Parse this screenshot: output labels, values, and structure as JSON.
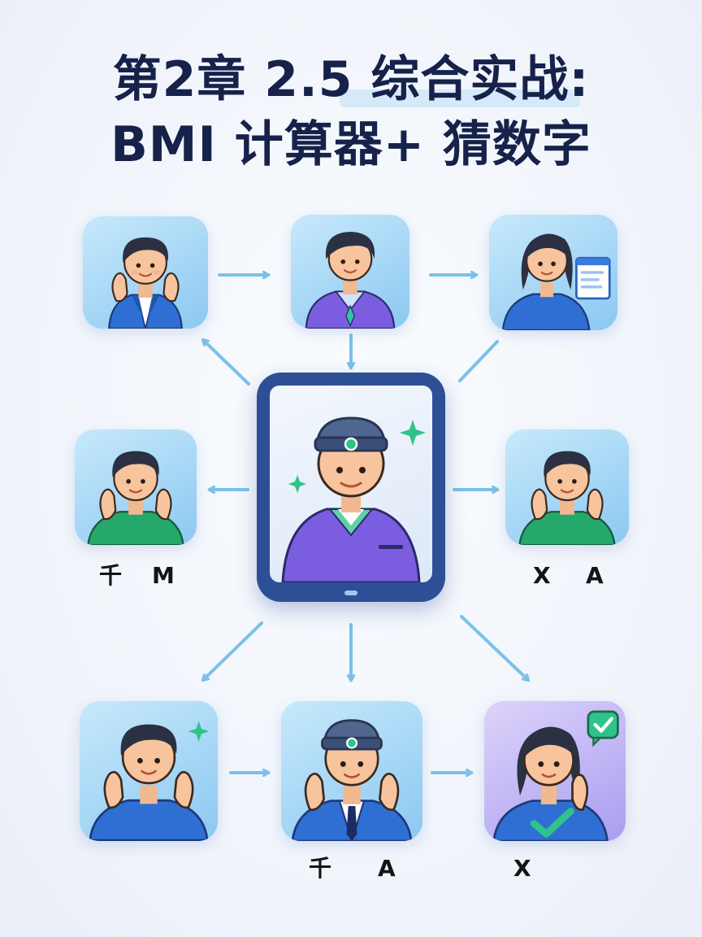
{
  "title": {
    "line1": "第2章 2.5 综合实战:",
    "line2": "BMI 计算器+ 猜数字"
  },
  "labels": {
    "mid_left_1": "千",
    "mid_left_2": "M",
    "mid_right_1": "X",
    "mid_right_2": "A",
    "bottom_center_1": "千",
    "bottom_center_2": "A",
    "bottom_right": "X"
  },
  "colors": {
    "title": "#16224a",
    "arrow": "#7cc0ea",
    "tablet_frame": "#2d4f95",
    "skin": "#f7c49d",
    "hair": "#2b3142",
    "shirt_blue": "#2f6fd3",
    "shirt_purple": "#7b5ee0",
    "shirt_green": "#26a86c",
    "sparkle_green": "#2fc38a"
  },
  "icons": {
    "document": "document-icon",
    "check_bubble": "check-bubble-icon",
    "sparkle": "sparkle-icon",
    "checkmark": "checkmark-icon",
    "headset": "headset-icon"
  }
}
